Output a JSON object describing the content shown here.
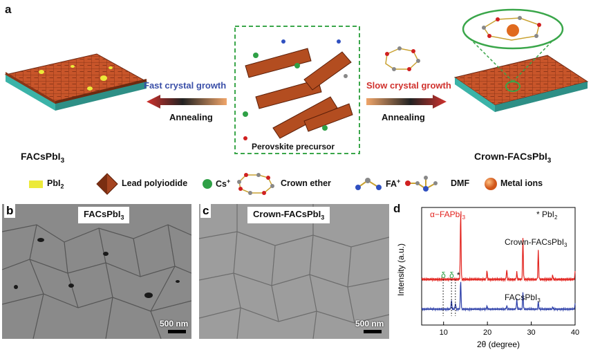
{
  "panels": {
    "a": "a",
    "b": "b",
    "c": "c",
    "d": "d"
  },
  "schematic": {
    "left_arrow_top": "Fast crystal growth",
    "left_arrow_bottom": "Annealing",
    "right_arrow_top": "Slow crystal growth",
    "right_arrow_bottom": "Annealing",
    "precursor_label": "Perovskite precursor",
    "left_film": {
      "main": "FACsPbI",
      "sub": "3"
    },
    "right_film": {
      "main": "Crown-FACsPbI",
      "sub": "3"
    }
  },
  "legend": {
    "pbi2": {
      "main": "PbI",
      "sub": "2"
    },
    "lead": "Lead polyiodide",
    "cs": {
      "main": "Cs",
      "sup": "+"
    },
    "crown": "Crown ether",
    "fa": {
      "main": "FA",
      "sup": "+"
    },
    "dmf": "DMF",
    "metal": "Metal ions"
  },
  "sem_b": {
    "title": {
      "main": "FACsPbI",
      "sub": "3"
    },
    "scale": "500 nm"
  },
  "sem_c": {
    "title": {
      "main": "Crown-FACsPbI",
      "sub": "3"
    },
    "scale": "500 nm"
  },
  "colors": {
    "perovskite": "#c8552a",
    "substrate": "#3bb3a8",
    "fast": "#3a4fa8",
    "slow": "#d0312d",
    "pbi2": "#ecea3a",
    "green": "#2fa046",
    "teal_dash": "#3aa64a"
  },
  "chart_data": {
    "type": "line",
    "xlabel": "2θ (degree)",
    "ylabel": "Intensity (a.u.)",
    "xlim": [
      5,
      40
    ],
    "xticks": [
      10,
      20,
      30,
      40
    ],
    "series": [
      {
        "name": "Crown-FACsPbI3",
        "label": {
          "main": "Crown-FACsPbI",
          "sub": "3"
        },
        "color": "#e2211c",
        "peaks": [
          [
            13.9,
            1.0
          ],
          [
            19.9,
            0.12
          ],
          [
            24.4,
            0.14
          ],
          [
            26.7,
            0.1
          ],
          [
            28.1,
            0.6
          ],
          [
            31.6,
            0.42
          ],
          [
            34.9,
            0.06
          ],
          [
            40.0,
            0.1
          ]
        ]
      },
      {
        "name": "FACsPbI3",
        "label": {
          "main": "FACsPbI",
          "sub": "3"
        },
        "color": "#2a3da8",
        "peaks": [
          [
            11.8,
            0.18
          ],
          [
            12.7,
            0.12
          ],
          [
            13.9,
            0.6
          ],
          [
            19.9,
            0.06
          ],
          [
            24.4,
            0.07
          ],
          [
            26.7,
            0.2
          ],
          [
            28.1,
            0.35
          ],
          [
            31.6,
            0.15
          ],
          [
            34.9,
            0.04
          ],
          [
            40.0,
            0.1
          ]
        ]
      }
    ],
    "annotations": {
      "alpha": {
        "main": "α−FAPbI",
        "sub": "3"
      },
      "pbi2_mark": {
        "main": "* PbI",
        "sub": "2"
      },
      "delta": "δ",
      "delta_positions": [
        9.9,
        11.8
      ],
      "star": "*",
      "star_position": 12.7
    }
  }
}
